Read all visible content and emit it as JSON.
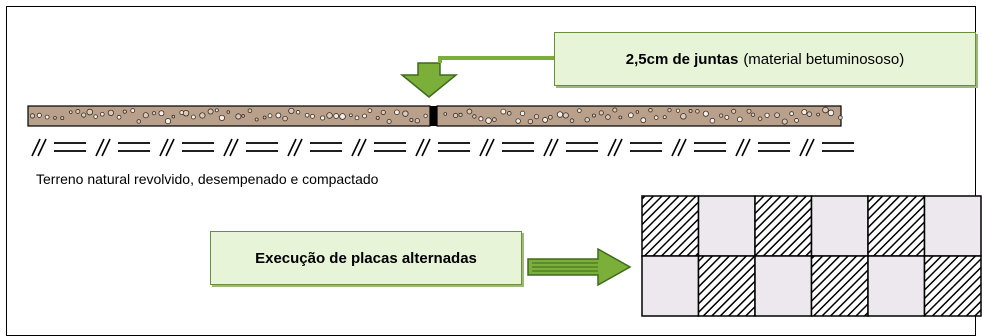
{
  "joint_label": {
    "bold": "2,5cm de juntas",
    "normal": "(material betuminososo)"
  },
  "terrain_label": "Terreno natural revolvido, desempenado e compactado",
  "alternate_label": "Execução de placas alternadas",
  "colors": {
    "label_fill": "#e8f4d8",
    "label_border": "#6a8f3a",
    "arrow_fill": "#7cae3a",
    "slab_fill": "#b9a08a",
    "tile_light": "#ece8ee"
  },
  "grid": {
    "rows": 2,
    "cols": 6,
    "pattern": [
      [
        "hatched",
        "light",
        "hatched",
        "light",
        "hatched",
        "light"
      ],
      [
        "light",
        "hatched",
        "light",
        "hatched",
        "light",
        "hatched"
      ]
    ]
  },
  "icons": [
    "down-arrow-icon",
    "right-arrow-icon"
  ]
}
